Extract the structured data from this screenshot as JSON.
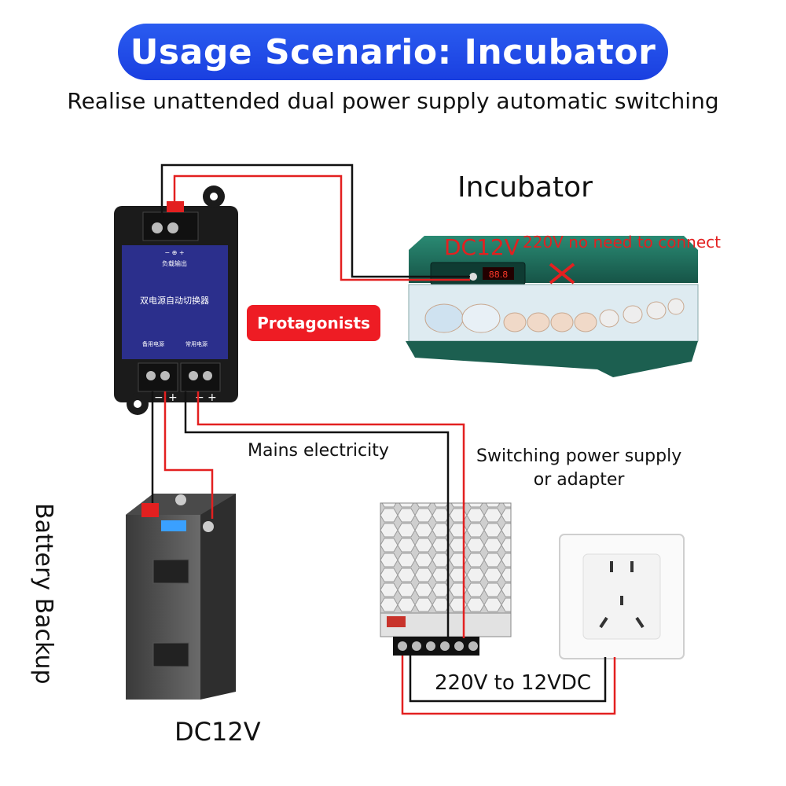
{
  "header": {
    "title": "Usage Scenario: Incubator",
    "subtitle": "Realise unattended dual power supply automatic switching"
  },
  "labels": {
    "incubator": "Incubator",
    "incubator_input": "DC12V",
    "incubator_note": "220V no need to connect",
    "protagonists": "Protagonists",
    "mains": "Mains electricity",
    "power_supply": "Switching power supply\nor adapter",
    "battery": "Battery Backup",
    "battery_voltage": "DC12V",
    "converter": "220V to 12VDC"
  },
  "device": {
    "name_cn": "双电源自动切换器",
    "output_cn": "负载输出",
    "backup_cn": "备用电源",
    "main_cn": "常用电源",
    "terminal_minus": "−",
    "terminal_plus": "+"
  },
  "colors": {
    "title_bg": "#1a3fe0",
    "accent_red": "#e32020",
    "device_panel": "#2b2f8c",
    "incubator_body": "#1e6b5a"
  }
}
